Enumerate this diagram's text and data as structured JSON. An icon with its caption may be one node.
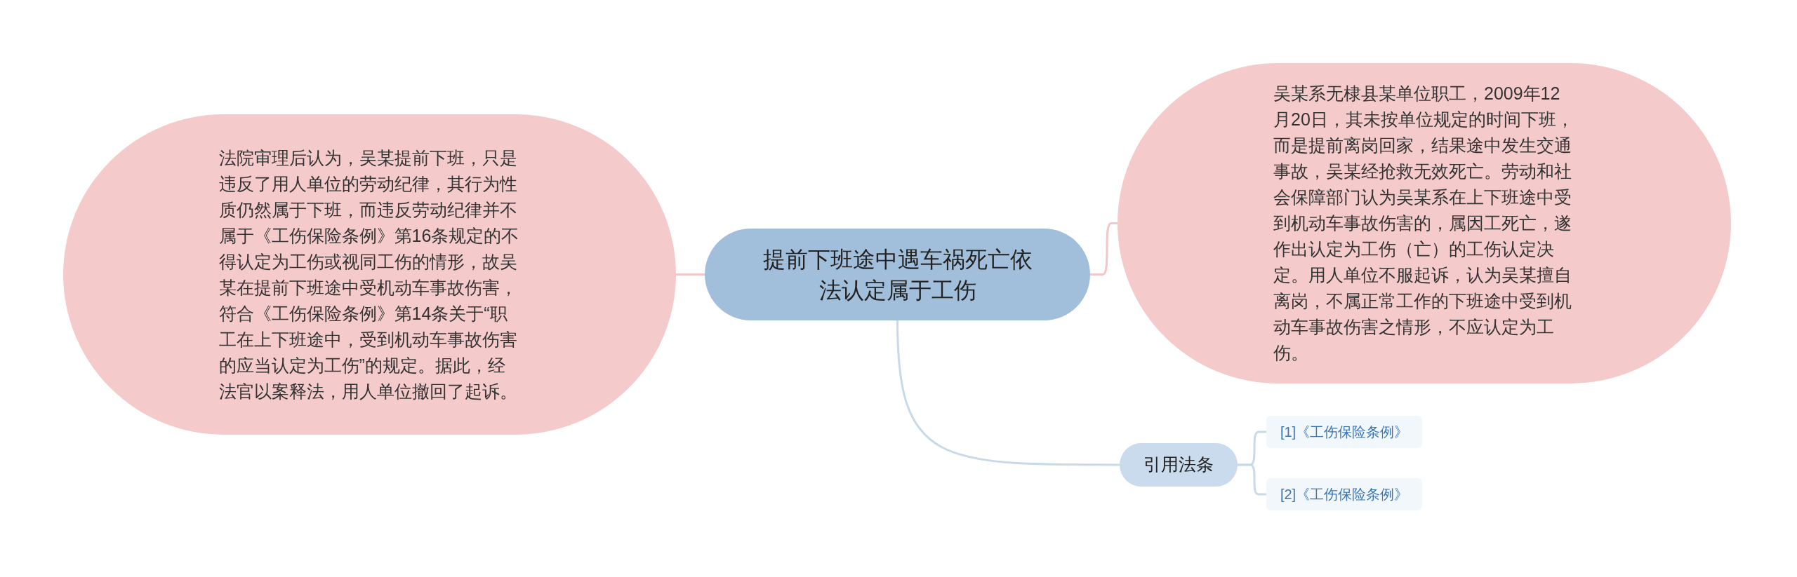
{
  "diagram": {
    "nodes": [
      {
        "text": [
          "提前下班途中遇车祸死亡依法认定属于工伤"
        ]
      },
      {
        "text": [
          "法院审理后认为，吴某提前下班，只是违反了用人单位的劳动纪律，其行为性质仍然属于下班，而违反劳动纪律并不属于《工伤保险条例》第16条规定的不得认定为工伤或视同工伤的情形，故吴某在提前下班途中受机动车事故伤害，符合《工伤保险条例》第14条关于“职工在上下班途中，受到机动车事故伤害的应当认定为工伤”的规定。据此，经法官以案释法，用人单位撤回了起诉。"
        ]
      },
      {
        "text": [
          "吴某系无棣县某单位职工，2009年12月20日，其未按单位规定的时间下班，而是提前离岗回家，结果途中发生交通事故，吴某经抢救无效死亡。劳动和社会保障部门认为吴某系在上下班途中受到机动车事故伤害的，属因工死亡，遂作出认定为工伤（亡）的工伤认定决定。用人单位不服起诉，认为吴某擅自离岗，不属正常工作的下班途中受到机动车事故伤害之情形，不应认定为工伤。"
        ]
      },
      {
        "text": [
          "引用法条"
        ]
      },
      {
        "text": [
          "[1]《工伤保险条例》"
        ]
      },
      {
        "text": [
          "[2]《工伤保险条例》"
        ]
      }
    ],
    "edges": [
      {
        "from": 0,
        "to": 1,
        "arrow": "none",
        "color": "#f2c7c8"
      },
      {
        "from": 0,
        "to": 2,
        "arrow": "none",
        "color": "#f2c7c8"
      },
      {
        "from": 0,
        "to": 3,
        "arrow": "none"
      },
      {
        "from": 3,
        "to": 4,
        "arrow": "none"
      },
      {
        "from": 3,
        "to": 5,
        "arrow": "none"
      }
    ]
  }
}
